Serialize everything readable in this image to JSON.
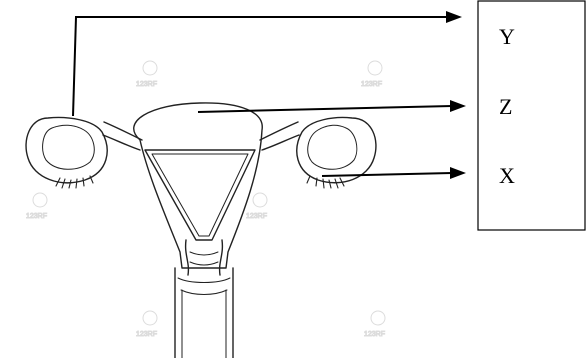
{
  "labels": {
    "y": "Y",
    "z": "Z",
    "x": "X"
  },
  "watermark_text": "123RF",
  "colors": {
    "line": "#000000",
    "outline": "#222222",
    "watermark": "#d6d6d6"
  }
}
